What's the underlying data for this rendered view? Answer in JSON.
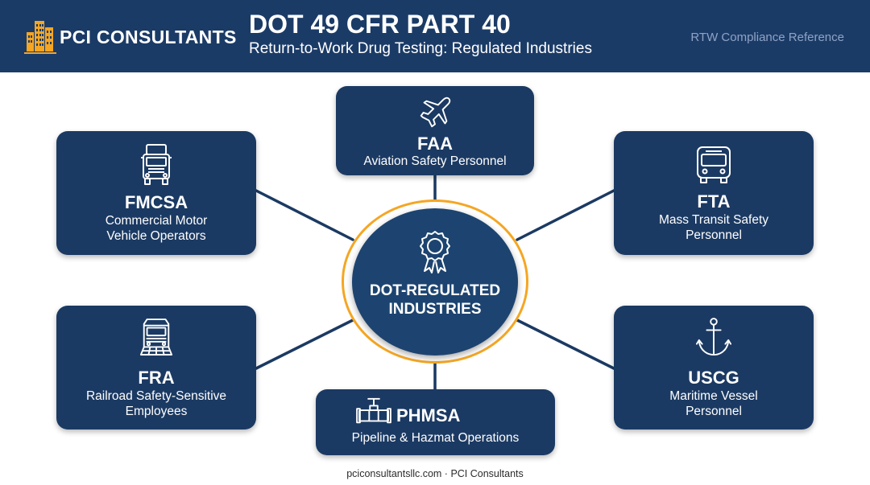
{
  "header": {
    "brand": "PCI CONSULTANTS",
    "title": "DOT 49 CFR PART 40",
    "subtitle": "Return-to-Work Drug Testing: Regulated Industries",
    "reference": "RTW Compliance Reference"
  },
  "center": {
    "line1": "DOT-REGULATED",
    "line2": "INDUSTRIES",
    "icon": "award-ribbon-icon"
  },
  "industries": {
    "faa": {
      "abbr": "FAA",
      "desc1": "Aviation Safety Personnel",
      "icon": "airplane-icon"
    },
    "fmcsa": {
      "abbr": "FMCSA",
      "desc1": "Commercial Motor",
      "desc2": "Vehicle Operators",
      "icon": "truck-icon"
    },
    "fta": {
      "abbr": "FTA",
      "desc1": "Mass Transit Safety",
      "desc2": "Personnel",
      "icon": "bus-icon"
    },
    "fra": {
      "abbr": "FRA",
      "desc1": "Railroad Safety-Sensitive",
      "desc2": "Employees",
      "icon": "train-icon"
    },
    "uscg": {
      "abbr": "USCG",
      "desc1": "Maritime Vessel",
      "desc2": "Personnel",
      "icon": "anchor-icon"
    },
    "phmsa": {
      "abbr": "PHMSA",
      "desc1": "Pipeline & Hazmat Operations",
      "icon": "pipeline-valve-icon"
    }
  },
  "footer": {
    "text": "pciconsultantsllc.com · PCI Consultants"
  },
  "colors": {
    "header_bg": "#1b3b67",
    "card_bg": "#1b3a63",
    "accent": "#f5a623",
    "connector": "#1b3a63"
  }
}
